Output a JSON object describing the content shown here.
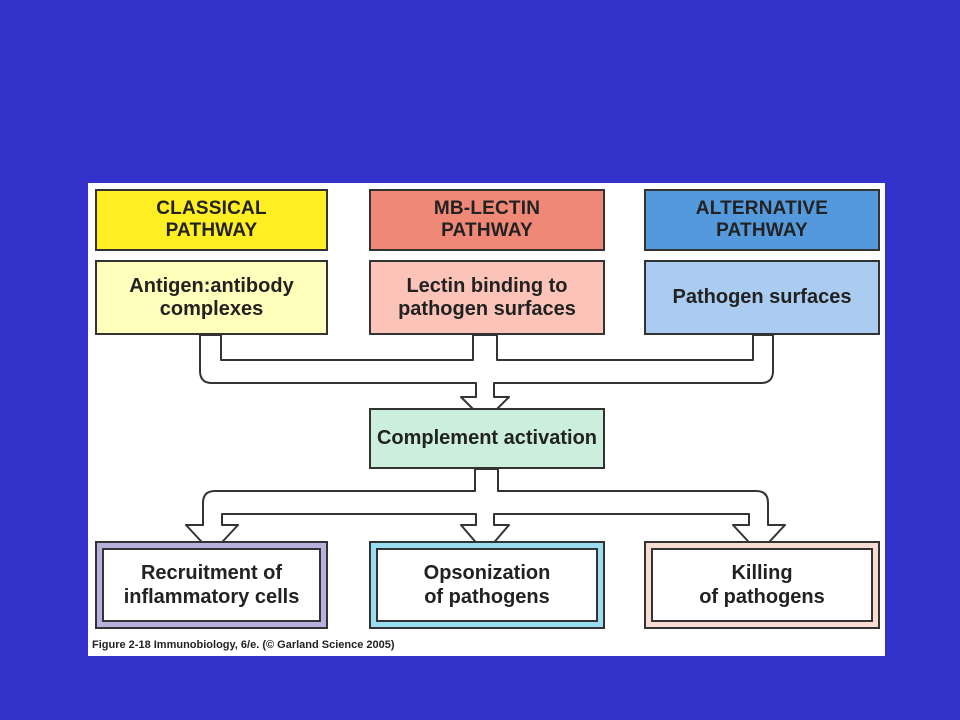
{
  "colors": {
    "background": "#3333cc",
    "classical": "#ffee22",
    "classical_light": "#ffffbb",
    "lectin": "#f08878",
    "lectin_light": "#fcc4b8",
    "alternative": "#5599dd",
    "alternative_light": "#aaccf0",
    "complement": "#cceedd",
    "recruitment_frame": "#b8b0dd",
    "opsonization_frame": "#99ddf0",
    "killing_frame": "#f8dcd2"
  },
  "pathways": [
    {
      "title": "CLASSICAL\nPATHWAY",
      "trigger": "Antigen:antibody\ncomplexes"
    },
    {
      "title": "MB-LECTIN\nPATHWAY",
      "trigger": "Lectin binding to\npathogen surfaces"
    },
    {
      "title": "ALTERNATIVE\nPATHWAY",
      "trigger": "Pathogen surfaces"
    }
  ],
  "activation": "Complement activation",
  "outcomes": [
    "Recruitment of\ninflammatory cells",
    "Opsonization\nof pathogens",
    "Killing\nof pathogens"
  ],
  "caption": "Figure 2-18  Immunobiology, 6/e. (© Garland Science 2005)"
}
